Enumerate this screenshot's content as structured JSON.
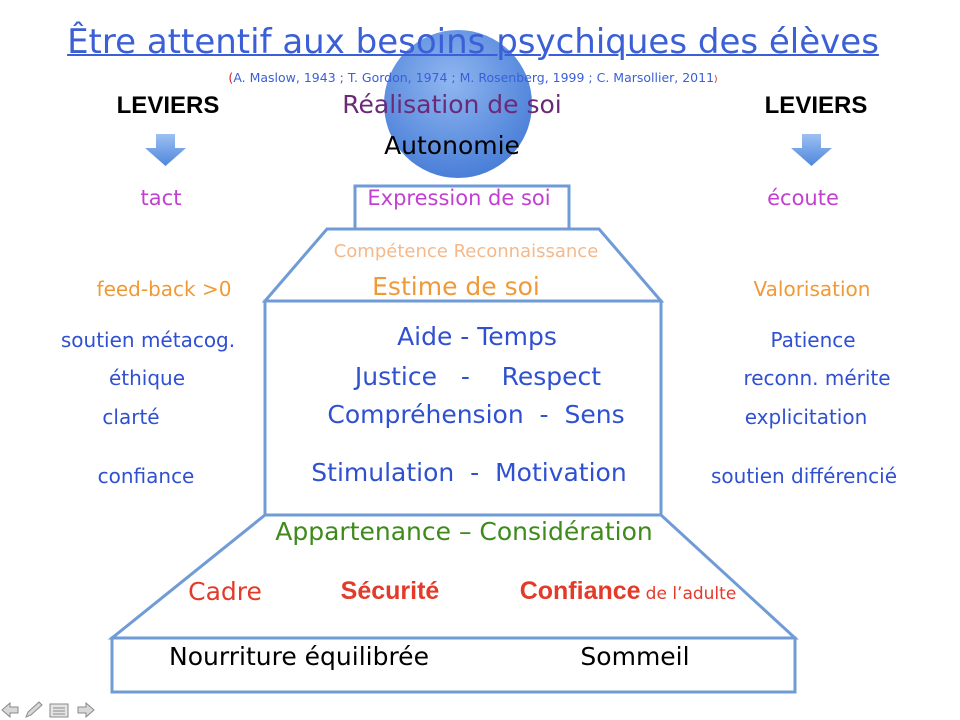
{
  "title": "Être attentif aux besoins psychiques des élèves",
  "references": {
    "open": "(",
    "text": "A. Maslow, 1943 ; T. Gordon, 1974 ; M. Rosenberg, 1999 ; C. Marsollier, 2011",
    "close": ")"
  },
  "levers": {
    "left": "LEVIERS",
    "right": "LEVIERS"
  },
  "summit": {
    "top": "Réalisation de soi",
    "bottom": "Autonomie"
  },
  "levels": {
    "expression": "Expression de soi",
    "competence": "Compétence  Reconnaissance",
    "estime": "Estime de soi",
    "core": [
      "Aide - Temps",
      "Justice   -    Respect",
      "Compréhension  -  Sens",
      "Stimulation  -  Motivation"
    ],
    "appartenance": "Appartenance – Considération",
    "securite": {
      "cadre": "Cadre",
      "securite": "Sécurité",
      "confiance": "Confiance",
      "adulte": "de l’adulte"
    },
    "base": {
      "nourriture": "Nourriture équilibrée",
      "sommeil": "Sommeil"
    }
  },
  "left_levers": {
    "top": "tact",
    "orange": "feed-back >0",
    "items": [
      "soutien métacog.",
      "éthique",
      "clarté",
      "confiance"
    ]
  },
  "right_levers": {
    "top": "écoute",
    "orange": "Valorisation",
    "items": [
      "Patience",
      "reconn. mérite",
      "explicitation",
      "soutien différencié"
    ]
  },
  "icons": [
    "arrow-down-icon",
    "arrow-down-icon",
    "arrow-left-icon",
    "pen-icon",
    "menu-icon",
    "arrow-right-icon"
  ],
  "colors": {
    "title": "#3b5fd6",
    "realisation": "#6b2a78",
    "expression": "#c33fd3",
    "estime": "#ef9a37",
    "core": "#2f51d1",
    "appartenance": "#3e8a1b",
    "securite": "#e33a2a",
    "circle": "#5b8fe0",
    "outline": "#6f9bd6"
  }
}
